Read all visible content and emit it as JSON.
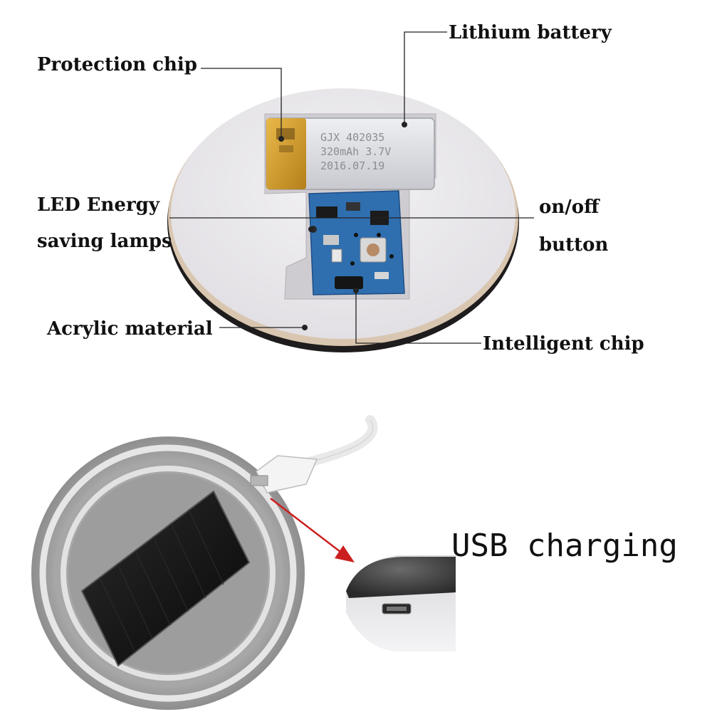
{
  "labels": {
    "lithium_battery": "Lithium battery",
    "protection_chip": "Protection chip",
    "led_line1": "LED Energy",
    "led_line2": "saving lamps",
    "onoff_line1": "on/off",
    "onoff_line2": "button",
    "acrylic": "Acrylic material",
    "intelligent_chip": "Intelligent chip",
    "usb_charging": "USB charging"
  },
  "battery_print": {
    "line1": "GJX 402035",
    "line2": "320mAh 3.7V",
    "line3": "2016.07.19"
  },
  "colors": {
    "pcb_blue": "#2f6fb0",
    "battery_silver": "#dcdde2",
    "battery_gold": "#d9a12a",
    "solar_panel": "#141414",
    "arrow_red": "#cc1f1f",
    "label_text": "#111111"
  }
}
